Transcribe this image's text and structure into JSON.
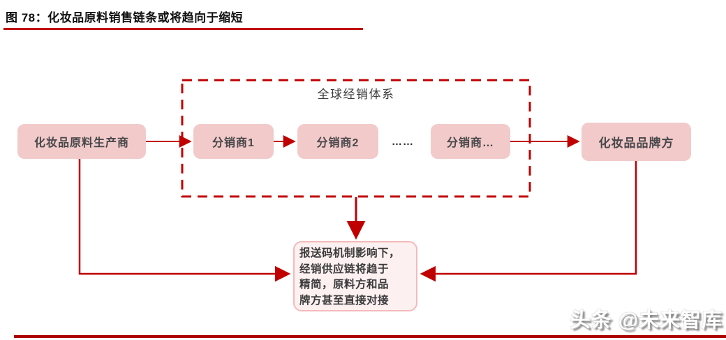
{
  "figure": {
    "title": "图 78：化妆品原料销售链条或将趋向于缩短"
  },
  "diagram": {
    "producer_label": "化妆品原料生产商",
    "distribution_system_label": "全球经销体系",
    "distributors": [
      {
        "label": "分销商1"
      },
      {
        "label": "分销商2"
      },
      {
        "label": "分销商…"
      }
    ],
    "ellipsis": "……",
    "brand_label": "化妆品品牌方",
    "note_lines": [
      "报送码机制影响下，",
      "经销供应链将趋于",
      "精简，原料方和品",
      "牌方甚至直接对接"
    ],
    "note_text": "报送码机制影响下，经销供应链将趋于精简，原料方和品牌方甚至直接对接"
  },
  "watermark": "头条 @未来智库",
  "colors": {
    "accent_red": "#c00000",
    "node_fill": "#f2caca",
    "node_text": "#47474a",
    "note_fill": "#fdf0f0",
    "note_border": "#f5b9bb",
    "bottom_bar": "#ab0000"
  }
}
